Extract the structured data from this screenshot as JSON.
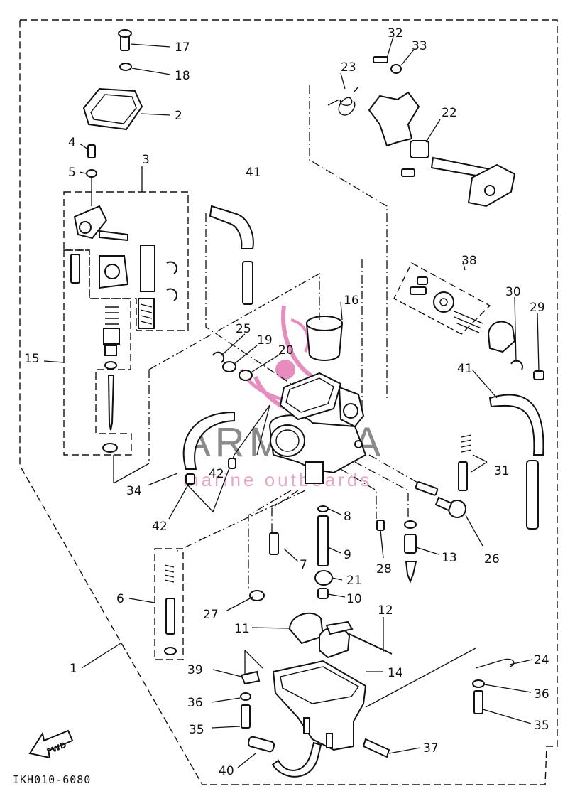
{
  "diagram": {
    "drawing_code": "IKH010-6080",
    "direction_label": "FWD",
    "watermark": {
      "brand": "ARMADA",
      "tagline": "marine outboards",
      "accent_color": "#e07ab3",
      "text_color": "#8a8a8a"
    },
    "callouts": {
      "c1": "1",
      "c2": "2",
      "c3": "3",
      "c4": "4",
      "c5": "5",
      "c6": "6",
      "c7": "7",
      "c8": "8",
      "c9": "9",
      "c10": "10",
      "c11": "11",
      "c12": "12",
      "c13": "13",
      "c14": "14",
      "c15": "15",
      "c16": "16",
      "c17": "17",
      "c18": "18",
      "c19": "19",
      "c20": "20",
      "c21": "21",
      "c22": "22",
      "c23": "23",
      "c24": "24",
      "c25": "25",
      "c26": "26",
      "c27": "27",
      "c28": "28",
      "c29": "29",
      "c30": "30",
      "c31": "31",
      "c32": "32",
      "c33": "33",
      "c34": "34",
      "c35a": "35",
      "c35b": "35",
      "c36a": "36",
      "c36b": "36",
      "c37": "37",
      "c38": "38",
      "c39": "39",
      "c40": "40",
      "c41a": "41",
      "c41b": "41",
      "c42a": "42",
      "c42b": "42"
    }
  }
}
